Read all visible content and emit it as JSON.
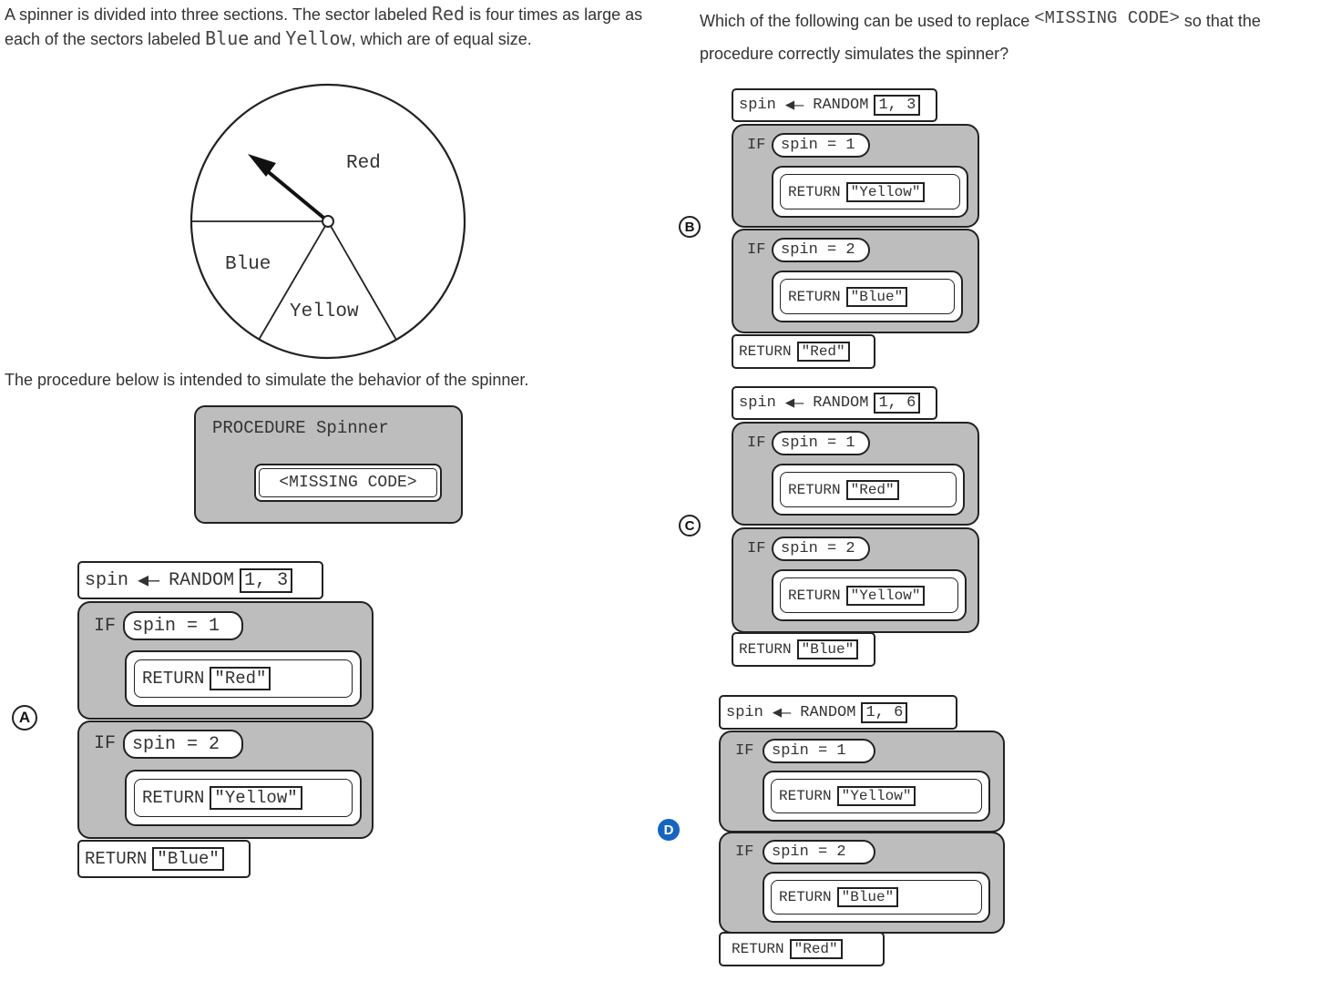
{
  "intro": {
    "p1a": "A spinner is divided into three sections. The sector labeled ",
    "red": "Red",
    "p1b": " is four times as large as each of the sectors labeled ",
    "blue": "Blue",
    "and": " and ",
    "yellow": "Yellow",
    "p1c": ", which are of equal size."
  },
  "spinner": {
    "red": "Red",
    "blue": "Blue",
    "yellow": "Yellow"
  },
  "procedure_text": "The procedure below is intended to simulate the behavior of the spinner.",
  "procedure": {
    "header": "PROCEDURE Spinner",
    "missing": "<MISSING CODE>"
  },
  "question": {
    "a": "Which of the following can be used to replace ",
    "missing": "<MISSING CODE>",
    "b": " so that the procedure correctly simulates the spinner?"
  },
  "options": {
    "A": {
      "letter": "A",
      "var": "spin",
      "random": "RANDOM",
      "range": "1, 3",
      "if1": "IF",
      "cond1": "spin = 1",
      "ret1_kw": "RETURN",
      "ret1_val": "\"Red\"",
      "if2": "IF",
      "cond2": "spin = 2",
      "ret2_kw": "RETURN",
      "ret2_val": "\"Yellow\"",
      "final_kw": "RETURN",
      "final_val": "\"Blue\""
    },
    "B": {
      "letter": "B",
      "var": "spin",
      "random": "RANDOM",
      "range": "1, 3",
      "if1": "IF",
      "cond1": "spin = 1",
      "ret1_kw": "RETURN",
      "ret1_val": "\"Yellow\"",
      "if2": "IF",
      "cond2": "spin = 2",
      "ret2_kw": "RETURN",
      "ret2_val": "\"Blue\"",
      "final_kw": "RETURN",
      "final_val": "\"Red\""
    },
    "C": {
      "letter": "C",
      "var": "spin",
      "random": "RANDOM",
      "range": "1, 6",
      "if1": "IF",
      "cond1": "spin = 1",
      "ret1_kw": "RETURN",
      "ret1_val": "\"Red\"",
      "if2": "IF",
      "cond2": "spin = 2",
      "ret2_kw": "RETURN",
      "ret2_val": "\"Yellow\"",
      "final_kw": "RETURN",
      "final_val": "\"Blue\""
    },
    "D": {
      "letter": "D",
      "var": "spin",
      "random": "RANDOM",
      "range": "1, 6",
      "if1": "IF",
      "cond1": "spin = 1",
      "ret1_kw": "RETURN",
      "ret1_val": "\"Yellow\"",
      "if2": "IF",
      "cond2": "spin = 2",
      "ret2_kw": "RETURN",
      "ret2_val": "\"Blue\"",
      "final_kw": "RETURN",
      "final_val": "\"Red\""
    }
  },
  "selected_option": "D",
  "colors": {
    "block_gray": "#bdbdbd",
    "selected_badge": "#1565c0"
  }
}
